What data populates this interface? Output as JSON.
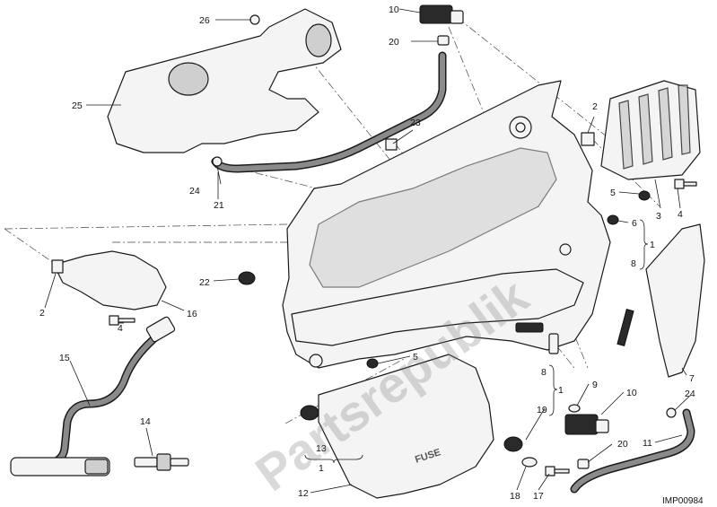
{
  "diagram": {
    "drawing_code": "IMP00984",
    "watermark": "Partsrepublik",
    "cover_label": "FUSE",
    "callouts": [
      "26",
      "25",
      "10",
      "20",
      "23",
      "24",
      "21",
      "2",
      "5",
      "4",
      "3",
      "6",
      "1",
      "8",
      "22",
      "16",
      "15",
      "2",
      "4",
      "14",
      "5",
      "7",
      "9",
      "1",
      "8",
      "10",
      "19",
      "24",
      "13",
      "1",
      "20",
      "11",
      "12",
      "18",
      "17"
    ]
  }
}
